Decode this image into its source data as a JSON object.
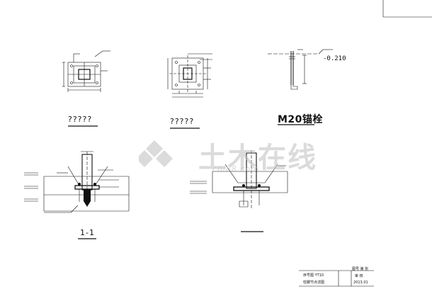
{
  "labels": {
    "detail1_caption": "?????",
    "detail2_caption": "?????",
    "anchor_caption": "M20锚栓",
    "anchor_elevation": "-0.210",
    "section_caption": "1-1"
  },
  "title_block": {
    "line1": "序号图 YT10",
    "line2": "柱脚节点详图",
    "right_top": "图号 第 张",
    "right_mid": "审 核",
    "right_bottom": "2013.01"
  },
  "watermark": {
    "text": "土木在线",
    "sub": "coi88.com"
  },
  "colors": {
    "line": "#111111",
    "watermark": "#bdbdbd",
    "background": "#ffffff"
  }
}
